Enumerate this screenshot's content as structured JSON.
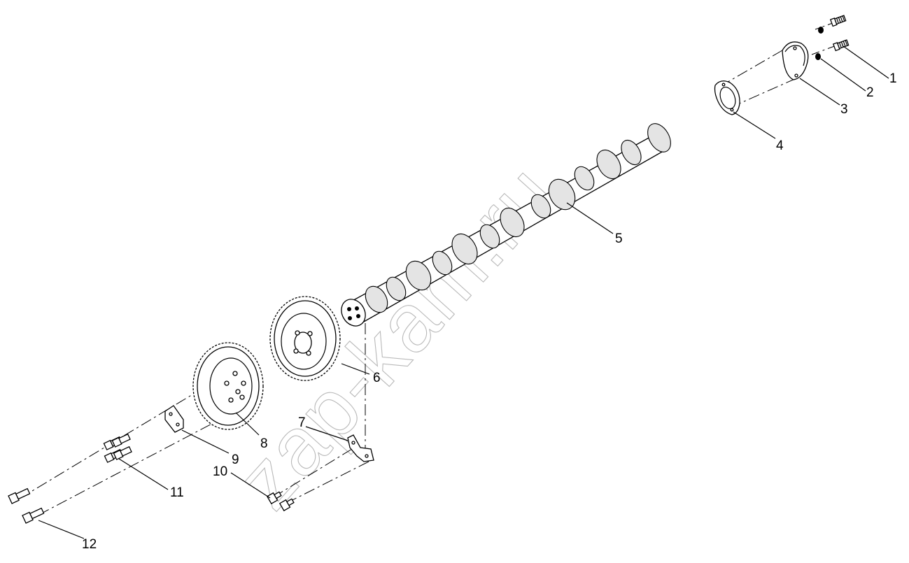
{
  "watermark": {
    "text": "zap-kam.ru"
  },
  "callouts": [
    {
      "id": 1,
      "label": "1"
    },
    {
      "id": 2,
      "label": "2"
    },
    {
      "id": 3,
      "label": "3"
    },
    {
      "id": 4,
      "label": "4"
    },
    {
      "id": 5,
      "label": "5"
    },
    {
      "id": 6,
      "label": "6"
    },
    {
      "id": 7,
      "label": "7"
    },
    {
      "id": 8,
      "label": "8"
    },
    {
      "id": 9,
      "label": "9"
    },
    {
      "id": 10,
      "label": "10"
    },
    {
      "id": 11,
      "label": "11"
    },
    {
      "id": 12,
      "label": "12"
    }
  ],
  "colors": {
    "line": "#000000",
    "watermark": "#b9b9b9",
    "background": "#ffffff"
  }
}
